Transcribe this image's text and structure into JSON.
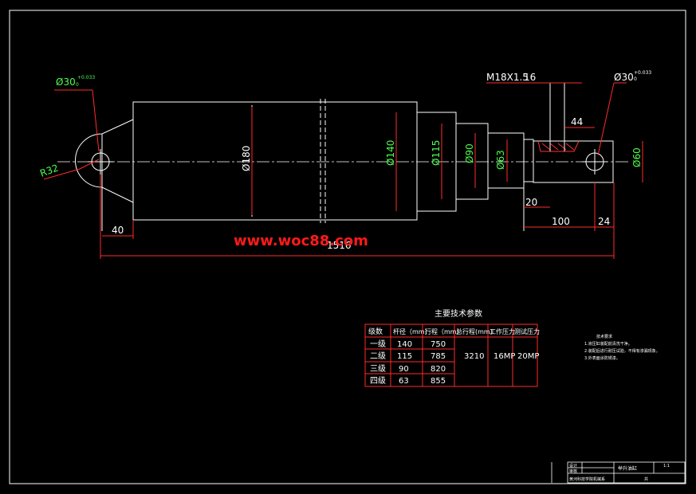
{
  "drawing": {
    "dimensions": {
      "pin_dia_left": "Ø30",
      "pin_tol_left": "+0.033",
      "pin_tol_zero_left": "0",
      "radius": "R32",
      "body_dia": "Ø180",
      "stage1_dia": "Ø140",
      "stage2_dia": "Ø115",
      "stage3_dia": "Ø90",
      "rod_dia": "Ø63",
      "end_dia": "Ø60",
      "thread": "M18X1.5",
      "thread_depth": "16",
      "pin_dia_right": "Ø30",
      "pin_tol_right": "+0.033",
      "pin_tol_zero_right": "0",
      "len_44": "44",
      "len_20": "20",
      "len_100": "100",
      "len_24": "24",
      "len_40": "40",
      "total_len": "1516"
    },
    "watermark": "www.woc88.com"
  },
  "param_table": {
    "title": "主要技术参数",
    "headers": [
      "级数",
      "杆径（mm）",
      "行程（mm）",
      "总行程(mm)",
      "工作压力",
      "测试压力"
    ],
    "rows": [
      {
        "stage": "一级",
        "rod": "140",
        "stroke": "750"
      },
      {
        "stage": "二级",
        "rod": "115",
        "stroke": "785"
      },
      {
        "stage": "三级",
        "rod": "90",
        "stroke": "820"
      },
      {
        "stage": "四级",
        "rod": "63",
        "stroke": "855"
      }
    ],
    "total_stroke": "3210",
    "work_pressure": "16MP",
    "test_pressure": "20MP"
  },
  "tech_notes": {
    "title": "技术要求",
    "items": [
      "1.液压缸装配前清洗干净。",
      "2.装配后进行耐压试验，不得有渗漏现象。",
      "3.外表面涂防锈漆。"
    ]
  },
  "title_block": {
    "name": "举升油缸",
    "scale": "1:1",
    "row1_label": "设计",
    "row2_label": "审核",
    "row3_label": "黄河科技学院机械系",
    "sheet": "共"
  }
}
